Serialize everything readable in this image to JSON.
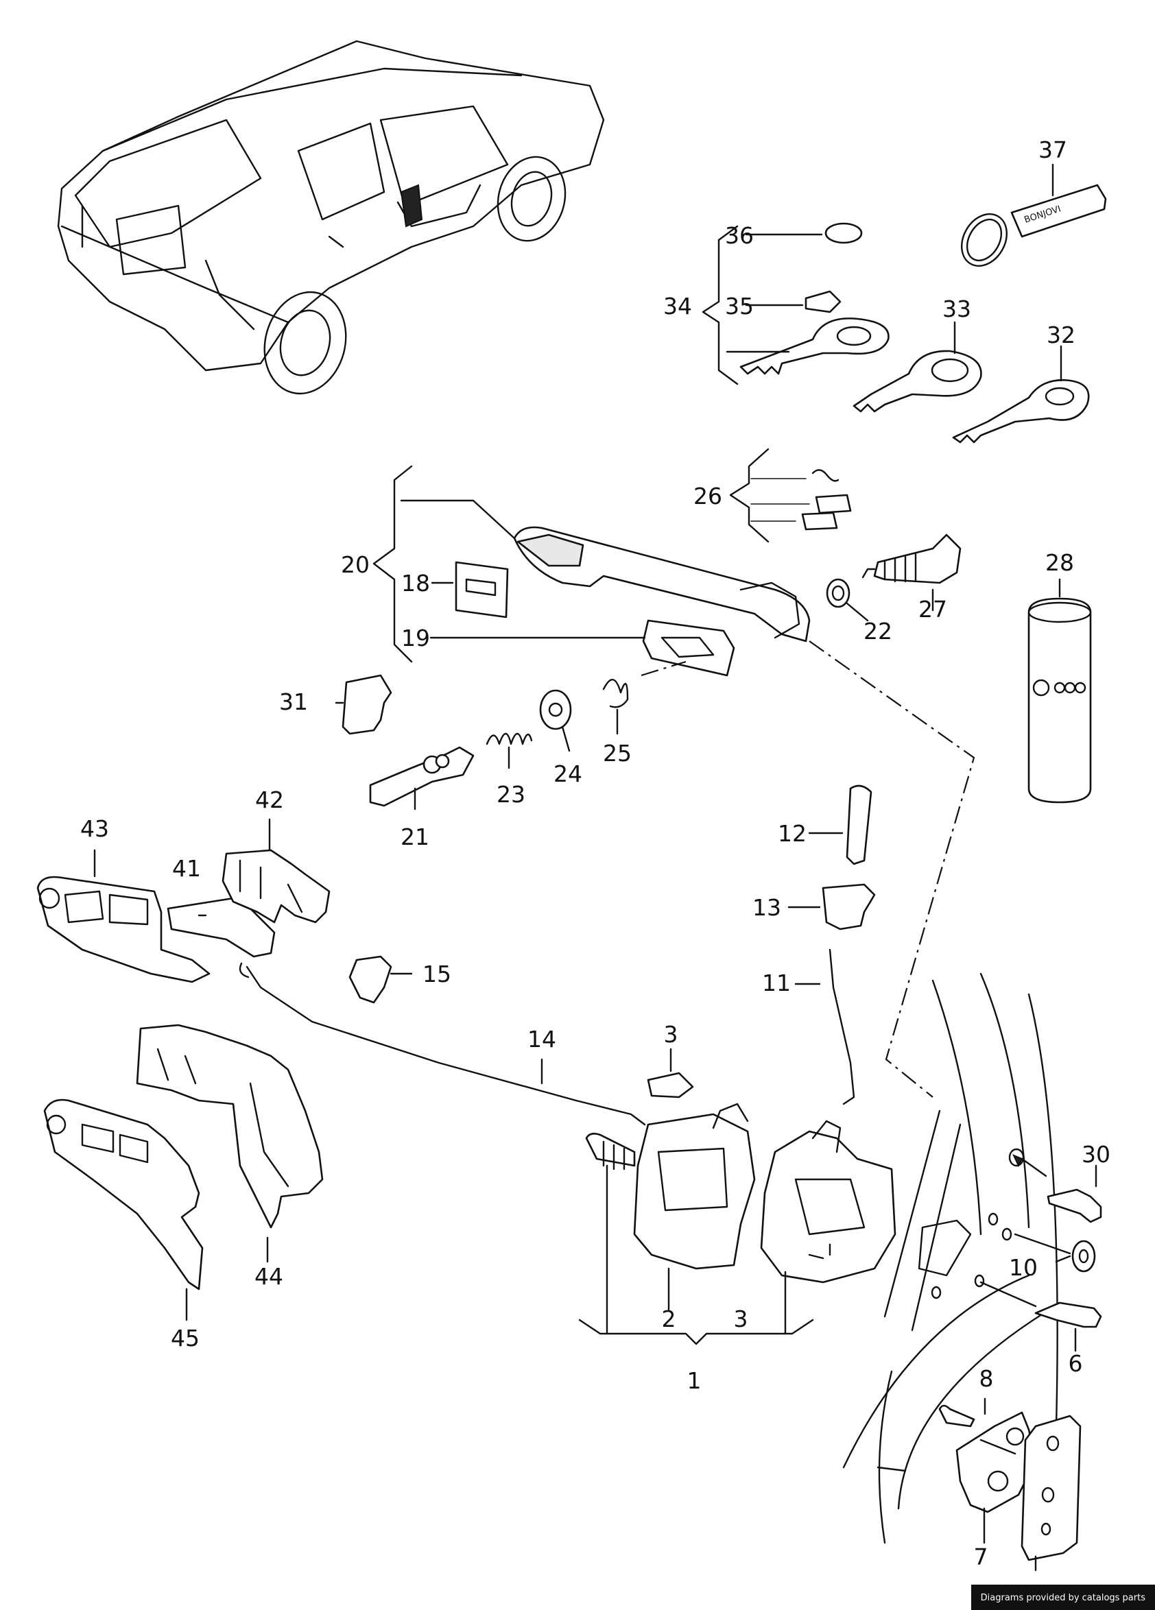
{
  "diagram": {
    "part_labels": [
      "1",
      "2",
      "3",
      "3",
      "6",
      "7",
      "8",
      "10",
      "11",
      "12",
      "13",
      "14",
      "15",
      "18",
      "19",
      "20",
      "21",
      "22",
      "23",
      "24",
      "25",
      "26",
      "27",
      "28",
      "30",
      "31",
      "32",
      "33",
      "34",
      "35",
      "36",
      "37",
      "41",
      "42",
      "43",
      "44",
      "45"
    ],
    "keyring_text": "BONJOVI"
  },
  "footer": {
    "credit": "Diagrams provided by catalogs parts"
  },
  "colors": {
    "line": "#111111",
    "background": "#ffffff",
    "credit_bg": "#111111",
    "credit_text": "#ffffff"
  }
}
